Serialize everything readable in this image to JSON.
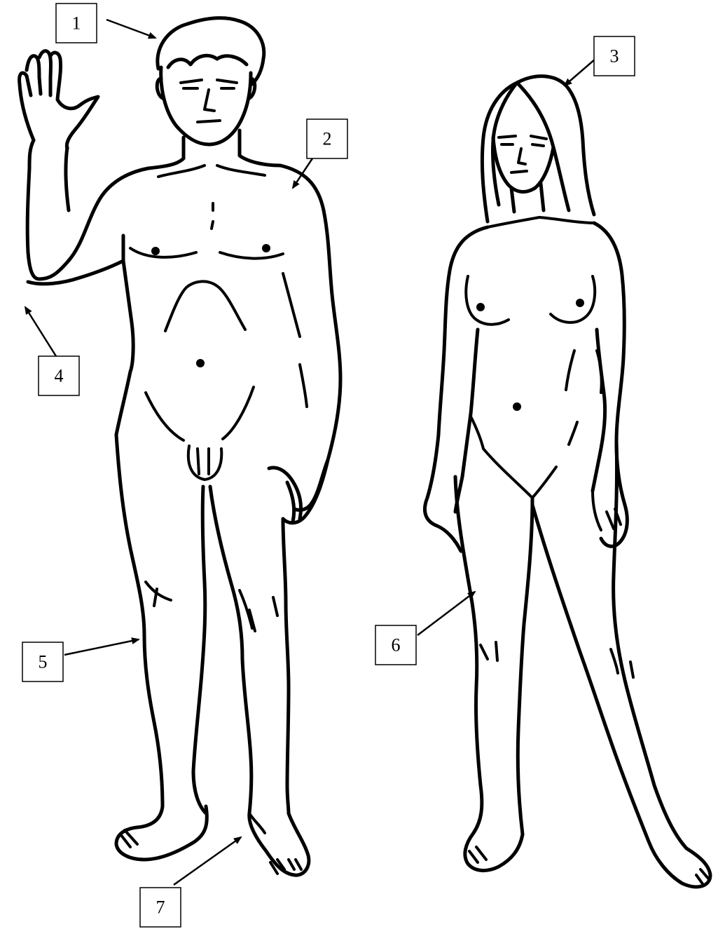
{
  "labels": [
    {
      "id": "1",
      "text": "1"
    },
    {
      "id": "2",
      "text": "2"
    },
    {
      "id": "3",
      "text": "3"
    },
    {
      "id": "4",
      "text": "4"
    },
    {
      "id": "5",
      "text": "5"
    },
    {
      "id": "6",
      "text": "6"
    },
    {
      "id": "7",
      "text": "7"
    }
  ],
  "style": {
    "line_color": "#000000",
    "background": "#ffffff"
  }
}
